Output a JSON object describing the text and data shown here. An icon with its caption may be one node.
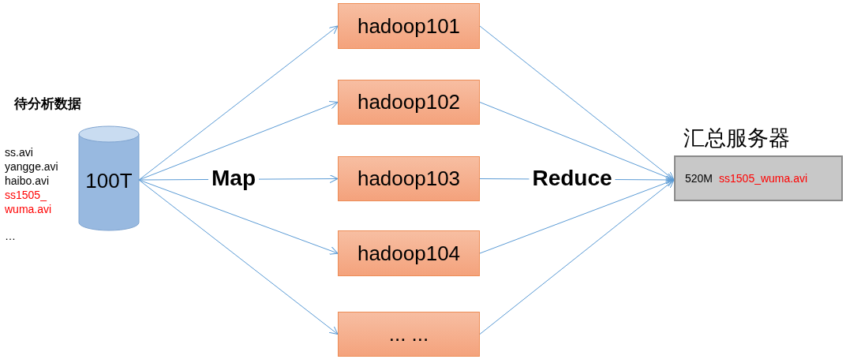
{
  "diagram": {
    "nodes": [
      {
        "text": [
          "待分析数据",
          "100T"
        ]
      },
      {
        "text": [
          "hadoop101"
        ]
      },
      {
        "text": [
          "hadoop102"
        ]
      },
      {
        "text": [
          "hadoop103"
        ]
      },
      {
        "text": [
          "hadoop104"
        ]
      },
      {
        "text": [
          "... ..."
        ]
      },
      {
        "text": [
          "汇总服务器",
          "520M",
          "ss1505_wuma.avi"
        ]
      }
    ],
    "edges": [
      {
        "from": 0,
        "to": 1,
        "arrow": "to"
      },
      {
        "from": 0,
        "to": 2,
        "arrow": "to"
      },
      {
        "from": 0,
        "to": 3,
        "arrow": "to",
        "label": "Map"
      },
      {
        "from": 0,
        "to": 4,
        "arrow": "to"
      },
      {
        "from": 0,
        "to": 5,
        "arrow": "to"
      },
      {
        "from": 1,
        "to": 6,
        "arrow": "to"
      },
      {
        "from": 2,
        "to": 6,
        "arrow": "to"
      },
      {
        "from": 3,
        "to": 6,
        "arrow": "to",
        "label": "Reduce"
      },
      {
        "from": 4,
        "to": 6,
        "arrow": "to"
      },
      {
        "from": 5,
        "to": 6,
        "arrow": "to"
      }
    ],
    "labels": [
      "ss.avi",
      "yangge.avi",
      "haibo.avi",
      "ss1505_wuma.avi",
      "…"
    ]
  }
}
